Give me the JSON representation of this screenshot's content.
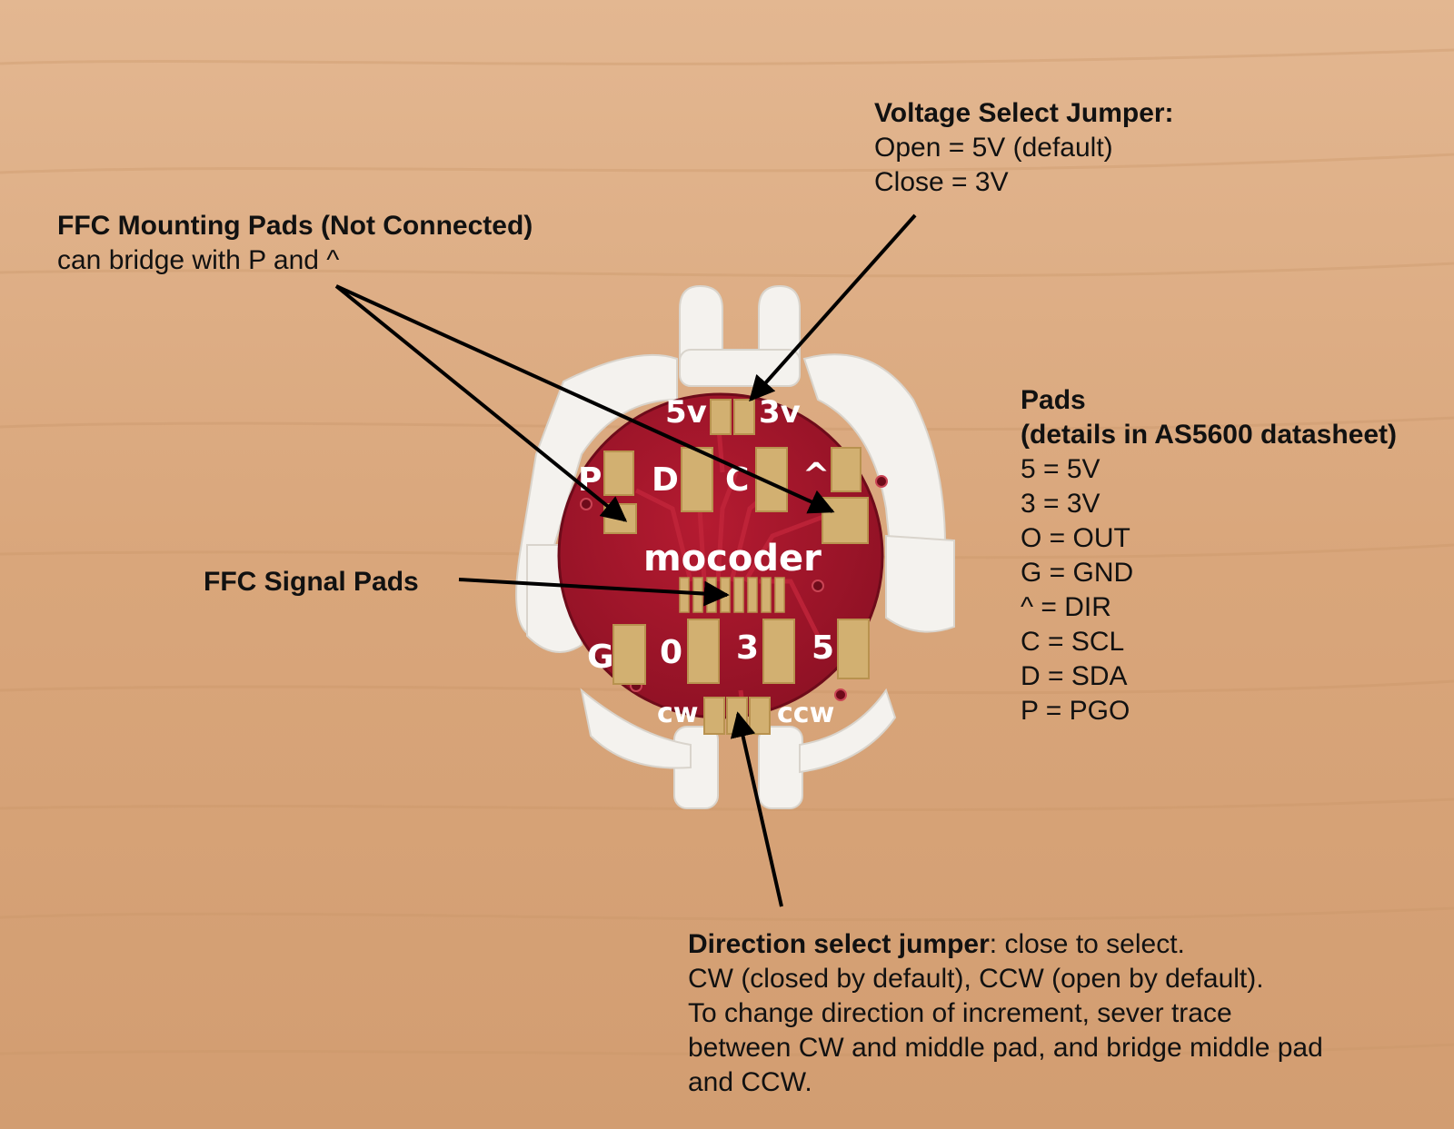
{
  "annotations": {
    "voltage": {
      "title": "Voltage Select Jumper:",
      "lines": [
        "Open = 5V (default)",
        "Close = 3V"
      ]
    },
    "ffc_mounting": {
      "title": "FFC Mounting Pads (Not Connected)",
      "lines": [
        "can bridge with P and ^"
      ]
    },
    "ffc_signal": {
      "title": "FFC Signal Pads"
    },
    "pads": {
      "title": "Pads",
      "subtitle": "(details in AS5600 datasheet)",
      "lines": [
        "5 = 5V",
        "3 = 3V",
        "O = OUT",
        "G = GND",
        "^ = DIR",
        "C = SCL",
        "D = SDA",
        "P = PGO"
      ]
    },
    "direction": {
      "title": "Direction select jumper",
      "title_suffix": ": close to select.",
      "lines": [
        "CW (closed by default), CCW (open by default).",
        "To change direction of increment, sever trace",
        "between CW and middle pad, and bridge middle pad",
        "and CCW."
      ]
    }
  },
  "board": {
    "brand": "mocoder",
    "labels": {
      "v5": "5v",
      "v3": "3v",
      "p": "P",
      "d": "D",
      "c": "C",
      "dir": "^",
      "g": "G",
      "o": "0",
      "three": "3",
      "five": "5",
      "cw": "cw",
      "ccw": "ccw"
    },
    "pcb_color": "#a3152a",
    "pad_color": "#d2b071",
    "holder_color": "#f4f2ee",
    "background_color": "#d8a57a"
  }
}
